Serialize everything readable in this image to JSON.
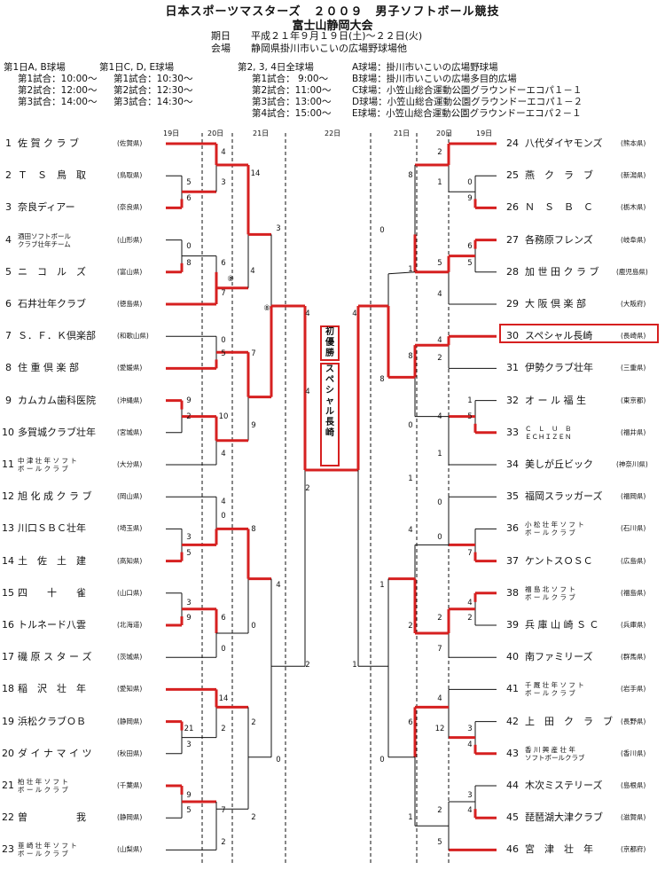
{
  "header": {
    "title": "日本スポーツマスターズ　２００９　男子ソフトボール競技",
    "subtitle": "富士山静岡大会",
    "period_label": "期日",
    "period_value": "平成２１年９月１９日(土)～２２日(火)",
    "venue_label": "会場",
    "venue_value": "静岡県掛川市いこいの広場野球場他"
  },
  "schedule": [
    {
      "head": "第1日A, B球場",
      "lines": [
        "第1試合：10:00～",
        "第2試合：12:00～",
        "第3試合：14:00～"
      ]
    },
    {
      "head": "第1日C, D, E球場",
      "lines": [
        "第1試合：10:30～",
        "第2試合：12:30～",
        "第3試合：14:30～"
      ]
    },
    {
      "head": "第2, 3, 4日全球場",
      "lines": [
        "第1試合：  9:00～",
        "第2試合：11:00～",
        "第3試合：13:00～",
        "第4試合：15:00～"
      ]
    }
  ],
  "fields": [
    "A球場：掛川市いこいの広場野球場",
    "B球場：掛川市いこいの広場多目的広場",
    "C球場：小笠山総合運動公園グラウンドーエコパ１－１",
    "D球場：小笠山総合運動公園グラウンドーエコパ１－２",
    "E球場：小笠山総合運動公園グラウンドーエコパ２－１"
  ],
  "days": {
    "d19": "19日",
    "d20": "20日",
    "d21": "21日",
    "d22": "22日"
  },
  "champion": {
    "label": "初優勝",
    "name": "スペシャル長崎"
  },
  "left_teams": [
    {
      "no": "1",
      "name": "佐 賀 ク ラ ブ",
      "pref": "(佐賀県)"
    },
    {
      "no": "2",
      "name": "Ｔ　Ｓ　鳥　取",
      "pref": "(鳥取県)"
    },
    {
      "no": "3",
      "name": "奈良ディアー",
      "pref": "(奈良県)"
    },
    {
      "no": "4",
      "name": "酒田ソフトボール\nクラブ壮年チーム",
      "pref": "(山形県)"
    },
    {
      "no": "5",
      "name": "ニ　コ　ル　ズ",
      "pref": "(富山県)"
    },
    {
      "no": "6",
      "name": "石井壮年クラブ",
      "pref": "(徳島県)"
    },
    {
      "no": "7",
      "name": "Ｓ．Ｆ．Ｋ倶楽部",
      "pref": "(和歌山県)"
    },
    {
      "no": "8",
      "name": "住 重 倶 楽 部",
      "pref": "(愛媛県)"
    },
    {
      "no": "9",
      "name": "カムカム歯科医院",
      "pref": "(沖縄県)"
    },
    {
      "no": "10",
      "name": "多賀城クラブ壮年",
      "pref": "(宮城県)"
    },
    {
      "no": "11",
      "name": "中 津 壮 年 ソ フ ト\nボ ー ル ク ラ ブ",
      "pref": "(大分県)"
    },
    {
      "no": "12",
      "name": "旭 化 成 ク ラ ブ",
      "pref": "(岡山県)"
    },
    {
      "no": "13",
      "name": "川口ＳＢＣ壮年",
      "pref": "(埼玉県)"
    },
    {
      "no": "14",
      "name": "土　佐　土　建",
      "pref": "(高知県)"
    },
    {
      "no": "15",
      "name": "四　　十　　雀",
      "pref": "(山口県)"
    },
    {
      "no": "16",
      "name": "トルネード八雲",
      "pref": "(北海道)"
    },
    {
      "no": "17",
      "name": "磯 原 ス タ ー ズ",
      "pref": "(茨城県)"
    },
    {
      "no": "18",
      "name": "稲　沢　壮　年",
      "pref": "(愛知県)"
    },
    {
      "no": "19",
      "name": "浜松クラブＯＢ",
      "pref": "(静岡県)"
    },
    {
      "no": "20",
      "name": "ダ イ ナ マ イ ツ",
      "pref": "(秋田県)"
    },
    {
      "no": "21",
      "name": "柏 壮 年 ソ フ ト\nボ ー ル ク ラ ブ",
      "pref": "(千葉県)"
    },
    {
      "no": "22",
      "name": "曽　　　　　我",
      "pref": "(静岡県)"
    },
    {
      "no": "23",
      "name": "韮 崎 壮 年 ソ フ ト\nボ ー ル ク ラ ブ",
      "pref": "(山梨県)"
    }
  ],
  "right_teams": [
    {
      "no": "24",
      "name": "八代ダイヤモンズ",
      "pref": "(熊本県)"
    },
    {
      "no": "25",
      "name": "燕　ク　ラ　ブ",
      "pref": "(新潟県)"
    },
    {
      "no": "26",
      "name": "Ｎ　Ｓ　Ｂ　Ｃ",
      "pref": "(栃木県)"
    },
    {
      "no": "27",
      "name": "各務原フレンズ",
      "pref": "(岐阜県)"
    },
    {
      "no": "28",
      "name": "加 世 田 ク ラ ブ",
      "pref": "(鹿児島県)"
    },
    {
      "no": "29",
      "name": "大 阪 倶 楽 部",
      "pref": "(大阪府)"
    },
    {
      "no": "30",
      "name": "スペシャル長崎",
      "pref": "(長崎県)"
    },
    {
      "no": "31",
      "name": "伊勢クラブ壮年",
      "pref": "(三重県)"
    },
    {
      "no": "32",
      "name": "オ ー ル 福 生",
      "pref": "(東京都)"
    },
    {
      "no": "33",
      "name": "Ｃ　Ｌ　Ｕ　Ｂ\nＥＣＨＩＺＥＮ",
      "pref": "(福井県)"
    },
    {
      "no": "34",
      "name": "美しが丘ビック",
      "pref": "(神奈川県)"
    },
    {
      "no": "35",
      "name": "福岡スラッガーズ",
      "pref": "(福岡県)"
    },
    {
      "no": "36",
      "name": "小 松 壮 年 ソ フ ト\nボ ー ル ク ラ ブ",
      "pref": "(石川県)"
    },
    {
      "no": "37",
      "name": "ケントスＯＳＣ",
      "pref": "(広島県)"
    },
    {
      "no": "38",
      "name": "福 島 北 ソ フ ト\nボ ー ル ク ラ ブ",
      "pref": "(福島県)"
    },
    {
      "no": "39",
      "name": "兵 庫 山 崎 Ｓ Ｃ",
      "pref": "(兵庫県)"
    },
    {
      "no": "40",
      "name": "南ファミリーズ",
      "pref": "(群馬県)"
    },
    {
      "no": "41",
      "name": "千 厩 壮 年 ソ フ ト\nボ ー ル ク ラ ブ",
      "pref": "(岩手県)"
    },
    {
      "no": "42",
      "name": "上　田　ク　ラ　ブ",
      "pref": "(長野県)"
    },
    {
      "no": "43",
      "name": "香 川 興 産 壮 年\nソフトボールクラブ",
      "pref": "(香川県)"
    },
    {
      "no": "44",
      "name": "木次ミステリーズ",
      "pref": "(島根県)"
    },
    {
      "no": "45",
      "name": "琵琶湖大津クラブ",
      "pref": "(滋賀県)"
    },
    {
      "no": "46",
      "name": "宮　津　壮　年",
      "pref": "(京都府)"
    }
  ],
  "scores": [
    "4",
    "3",
    "5",
    "6",
    "14",
    "3",
    "0",
    "8",
    "6",
    "⑧",
    "7",
    "4",
    "⑧",
    "4",
    "0",
    "5",
    "7",
    "9",
    "2",
    "10",
    "9",
    "4",
    "4",
    "2",
    "4",
    "0",
    "3",
    "5",
    "8",
    "4",
    "3",
    "9",
    "6",
    "0",
    "0",
    "2",
    "14",
    "2",
    "21",
    "3",
    "2",
    "0",
    "9",
    "5",
    "7",
    "2",
    "2",
    "2",
    "1",
    "0",
    "9",
    "8",
    "0",
    "6",
    "5",
    "5",
    "4",
    "1",
    "4",
    "4",
    "2",
    "8",
    "8",
    "1",
    "5",
    "4",
    "0",
    "1",
    "0",
    "0",
    "7",
    "4",
    "1",
    "2",
    "2",
    "7",
    "4",
    "2",
    "1",
    "4",
    "12",
    "3",
    "4",
    "6",
    "0",
    "3",
    "4",
    "2",
    "1",
    "5",
    "1"
  ]
}
